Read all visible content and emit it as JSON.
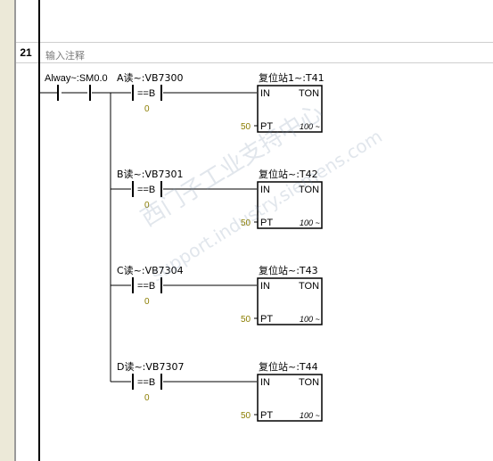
{
  "network": {
    "number": "21",
    "comment": "输入注释"
  },
  "contact": {
    "label": "Alway~:SM0.0"
  },
  "rungs": [
    {
      "compare_label": "A读~:VB7300",
      "compare_op": "==B",
      "compare_value": "0",
      "timer_title": "复位站1~:T41",
      "in_label": "IN",
      "type_label": "TON",
      "pt_value": "50",
      "pt_label": "PT",
      "resolution": "100 ~"
    },
    {
      "compare_label": "B读~:VB7301",
      "compare_op": "==B",
      "compare_value": "0",
      "timer_title": "复位站~:T42",
      "in_label": "IN",
      "type_label": "TON",
      "pt_value": "50",
      "pt_label": "PT",
      "resolution": "100 ~"
    },
    {
      "compare_label": "C读~:VB7304",
      "compare_op": "==B",
      "compare_value": "0",
      "timer_title": "复位站~:T43",
      "in_label": "IN",
      "type_label": "TON",
      "pt_value": "50",
      "pt_label": "PT",
      "resolution": "100 ~"
    },
    {
      "compare_label": "D读~:VB7307",
      "compare_op": "==B",
      "compare_value": "0",
      "timer_title": "复位站~:T44",
      "in_label": "IN",
      "type_label": "TON",
      "pt_value": "50",
      "pt_label": "PT",
      "resolution": "100 ~"
    }
  ],
  "watermark": {
    "line1": "西门子工业支持中心",
    "line2": "support.industry.siemens.com"
  }
}
